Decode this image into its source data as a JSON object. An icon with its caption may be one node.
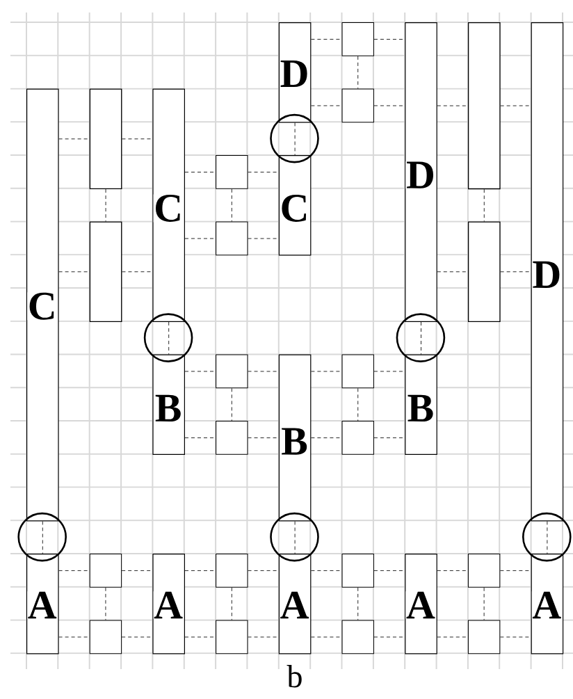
{
  "diagram": {
    "caption": "b",
    "nodes": [
      {
        "text": [
          "D"
        ]
      },
      {
        "text": [],
        "shape": "box"
      },
      {
        "text": [
          "D"
        ]
      },
      {
        "text": [],
        "shape": "bar"
      },
      {
        "text": [
          "D"
        ]
      },
      {
        "text": [
          "C"
        ]
      },
      {
        "text": [],
        "shape": "bar"
      },
      {
        "text": [
          "C"
        ]
      },
      {
        "text": [],
        "shape": "box"
      },
      {
        "text": [],
        "shape": "box"
      },
      {
        "text": [
          "C"
        ]
      },
      {
        "text": [],
        "shape": "bar"
      },
      {
        "text": [],
        "shape": "box"
      },
      {
        "text": [],
        "shape": "bar"
      },
      {
        "text": [
          "B"
        ]
      },
      {
        "text": [],
        "shape": "box"
      },
      {
        "text": [
          "B"
        ]
      },
      {
        "text": [],
        "shape": "box"
      },
      {
        "text": [
          "B"
        ]
      },
      {
        "text": [],
        "shape": "box"
      },
      {
        "text": [],
        "shape": "box"
      },
      {
        "text": [
          "A"
        ]
      },
      {
        "text": [],
        "shape": "box"
      },
      {
        "text": [
          "A"
        ]
      },
      {
        "text": [],
        "shape": "box"
      },
      {
        "text": [
          "A"
        ]
      },
      {
        "text": [],
        "shape": "box"
      },
      {
        "text": [
          "A"
        ]
      },
      {
        "text": [],
        "shape": "box"
      },
      {
        "text": [
          "A"
        ]
      },
      {
        "text": [],
        "shape": "box"
      },
      {
        "text": [],
        "shape": "box"
      },
      {
        "text": [],
        "shape": "box"
      },
      {
        "text": [],
        "shape": "box"
      }
    ],
    "edges": [
      {
        "from": 0,
        "to": 1,
        "arrow": "none"
      },
      {
        "from": 1,
        "to": 2,
        "arrow": "none"
      },
      {
        "from": 0,
        "to": 8,
        "arrow": "none"
      },
      {
        "from": 8,
        "to": 2,
        "arrow": "none"
      },
      {
        "from": 2,
        "to": 3,
        "arrow": "none"
      },
      {
        "from": 3,
        "to": 4,
        "arrow": "none"
      },
      {
        "from": 1,
        "to": 8,
        "arrow": "none"
      },
      {
        "from": 5,
        "to": 6,
        "arrow": "none"
      },
      {
        "from": 6,
        "to": 7,
        "arrow": "none"
      },
      {
        "from": 6,
        "to": 11,
        "arrow": "none"
      },
      {
        "from": 0,
        "to": 10,
        "arrow": "none"
      },
      {
        "from": 7,
        "to": 9,
        "arrow": "none"
      },
      {
        "from": 9,
        "to": 10,
        "arrow": "none"
      },
      {
        "from": 9,
        "to": 12,
        "arrow": "none"
      },
      {
        "from": 7,
        "to": 12,
        "arrow": "none"
      },
      {
        "from": 12,
        "to": 10,
        "arrow": "none"
      },
      {
        "from": 3,
        "to": 13,
        "arrow": "none"
      },
      {
        "from": 5,
        "to": 11,
        "arrow": "none"
      },
      {
        "from": 11,
        "to": 7,
        "arrow": "none"
      },
      {
        "from": 2,
        "to": 13,
        "arrow": "none"
      },
      {
        "from": 13,
        "to": 4,
        "arrow": "none"
      },
      {
        "from": 7,
        "to": 14,
        "arrow": "none"
      },
      {
        "from": 2,
        "to": 18,
        "arrow": "none"
      },
      {
        "from": 14,
        "to": 15,
        "arrow": "none"
      },
      {
        "from": 15,
        "to": 16,
        "arrow": "none"
      },
      {
        "from": 16,
        "to": 17,
        "arrow": "none"
      },
      {
        "from": 17,
        "to": 18,
        "arrow": "none"
      },
      {
        "from": 15,
        "to": 19,
        "arrow": "none"
      },
      {
        "from": 17,
        "to": 20,
        "arrow": "none"
      },
      {
        "from": 14,
        "to": 19,
        "arrow": "none"
      },
      {
        "from": 19,
        "to": 16,
        "arrow": "none"
      },
      {
        "from": 16,
        "to": 20,
        "arrow": "none"
      },
      {
        "from": 20,
        "to": 18,
        "arrow": "none"
      },
      {
        "from": 5,
        "to": 21,
        "arrow": "none"
      },
      {
        "from": 16,
        "to": 25,
        "arrow": "none"
      },
      {
        "from": 4,
        "to": 29,
        "arrow": "none"
      },
      {
        "from": 21,
        "to": 22,
        "arrow": "none"
      },
      {
        "from": 22,
        "to": 23,
        "arrow": "none"
      },
      {
        "from": 23,
        "to": 24,
        "arrow": "none"
      },
      {
        "from": 24,
        "to": 25,
        "arrow": "none"
      },
      {
        "from": 25,
        "to": 26,
        "arrow": "none"
      },
      {
        "from": 26,
        "to": 27,
        "arrow": "none"
      },
      {
        "from": 27,
        "to": 28,
        "arrow": "none"
      },
      {
        "from": 28,
        "to": 29,
        "arrow": "none"
      },
      {
        "from": 22,
        "to": 30,
        "arrow": "none"
      },
      {
        "from": 24,
        "to": 31,
        "arrow": "none"
      },
      {
        "from": 26,
        "to": 32,
        "arrow": "none"
      },
      {
        "from": 28,
        "to": 33,
        "arrow": "none"
      },
      {
        "from": 21,
        "to": 30,
        "arrow": "none"
      },
      {
        "from": 30,
        "to": 23,
        "arrow": "none"
      },
      {
        "from": 23,
        "to": 31,
        "arrow": "none"
      },
      {
        "from": 31,
        "to": 25,
        "arrow": "none"
      },
      {
        "from": 25,
        "to": 32,
        "arrow": "none"
      },
      {
        "from": 32,
        "to": 27,
        "arrow": "none"
      },
      {
        "from": 27,
        "to": 33,
        "arrow": "none"
      },
      {
        "from": 33,
        "to": 29,
        "arrow": "none"
      }
    ]
  }
}
